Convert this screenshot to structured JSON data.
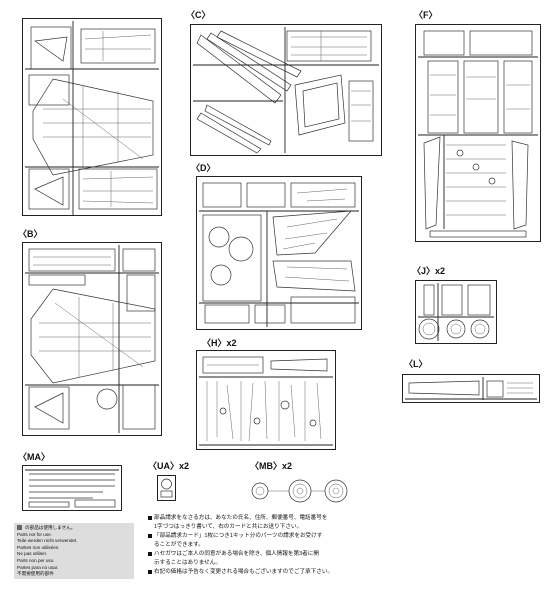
{
  "sprue_labels": {
    "C": "〈C〉",
    "F": "〈F〉",
    "D": "〈D〉",
    "B": "〈B〉",
    "J": "〈J〉x2",
    "H": "〈H〉x2",
    "L": "〈L〉",
    "MA": "〈MA〉",
    "UA": "〈UA〉x2",
    "MB": "〈MB〉x2"
  },
  "note_box": {
    "lines": [
      "の部品は使用しません。",
      "Parts not for use.",
      "Teile werden nicht verwendet.",
      "Parties non utilisées.",
      "Ne pas utiliser.",
      "Parts non per uso.",
      "Partes para no usar.",
      "不需要使用的部件"
    ]
  },
  "jp_text": {
    "lines": [
      "部品請求をなさる方は、あなたの氏名、住所、郵便番号、電話番号を",
      "1字づつはっきり書いて、右のカードと共にお送り下さい。",
      "「部品請求カード」1枚につき1キット分のパーツの請求をお受けす",
      "ることができます。",
      "ハセガワはご本人の同意がある場合を除き、個人情報を第3者に開",
      "示することはありません。",
      "右記の価格は予告なく変更される場合もございますのでご了承下さい。"
    ]
  }
}
